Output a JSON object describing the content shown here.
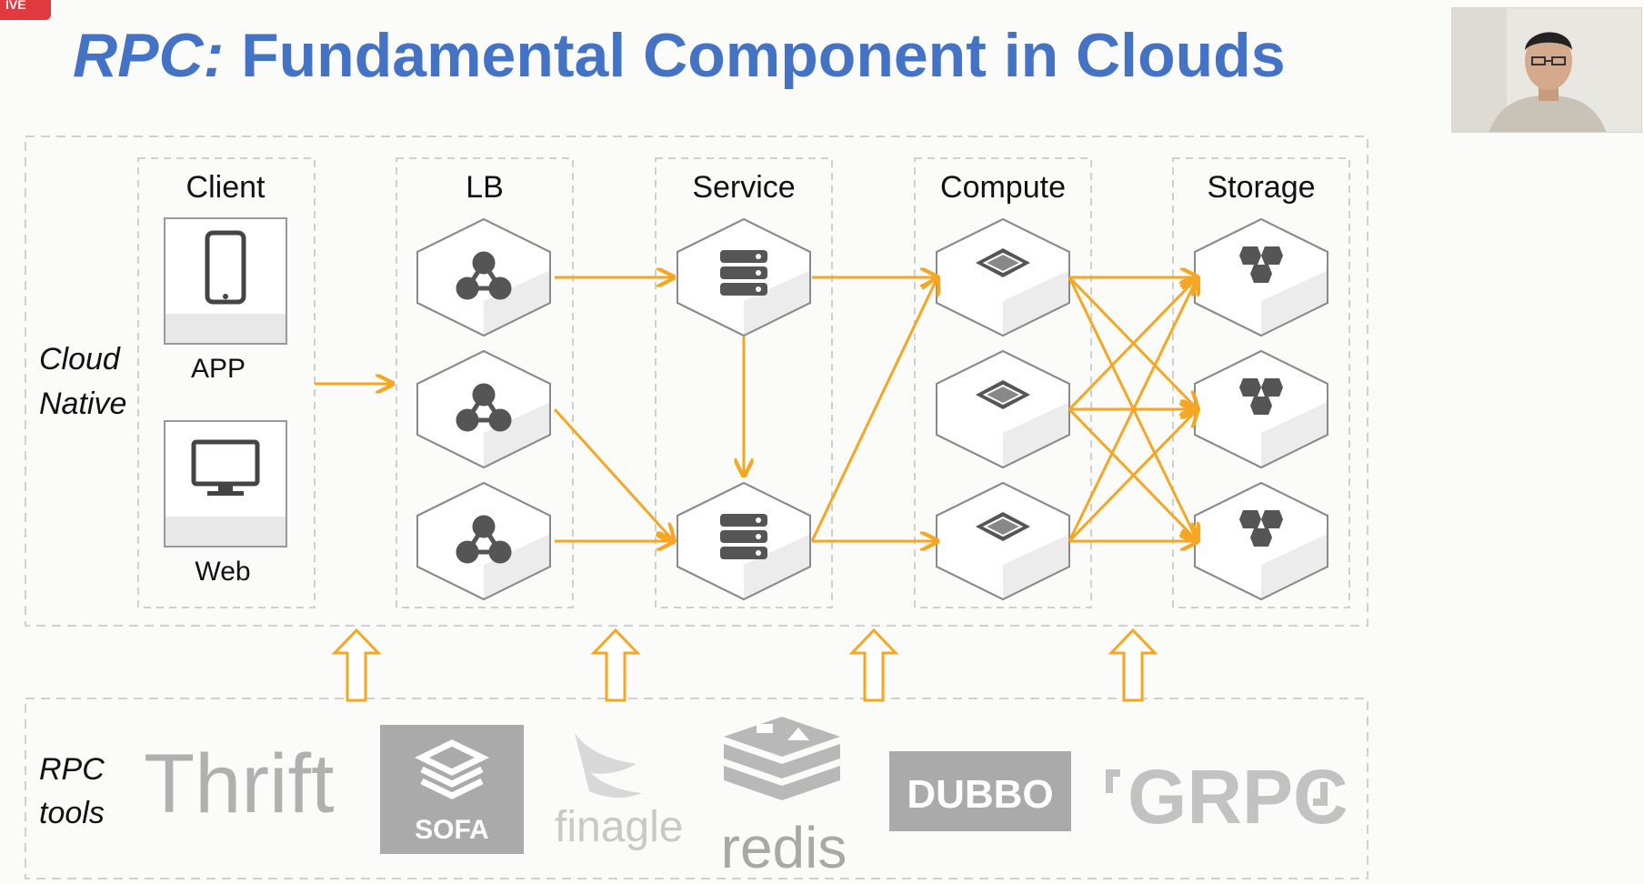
{
  "title": {
    "italic_part": "RPC:",
    "rest": " Fundamental Component in Clouds",
    "color": "#4472c4"
  },
  "live_badge": "IVE",
  "cloud_native_label": [
    "Cloud",
    "Native"
  ],
  "rpc_tools_label": [
    "RPC",
    "tools"
  ],
  "columns": {
    "client": "Client",
    "lb": "LB",
    "service": "Service",
    "compute": "Compute",
    "storage": "Storage"
  },
  "client_labels": {
    "app": "APP",
    "web": "Web"
  },
  "tools": {
    "thrift": "Thrift",
    "sofa": "SOFA",
    "finagle": "finagle",
    "redis": "redis",
    "dubbo": "DUBBO",
    "grpc": "GRPC"
  },
  "colors": {
    "arrow": "#f5a623",
    "node_stroke": "#8a8a8a",
    "node_icon": "#5a5a5a",
    "dashed_border": "#d0d0d0"
  },
  "icons": {
    "lb_node": "network-hub-icon",
    "service_node": "server-stack-icon",
    "compute_node": "chip-icon",
    "storage_node": "storage-cluster-icon",
    "app": "smartphone-icon",
    "web": "monitor-icon"
  }
}
